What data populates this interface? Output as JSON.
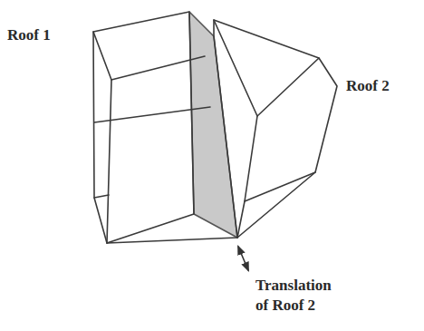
{
  "diagram": {
    "labels": [
      "Roof 1",
      "Roof 2",
      "Translation of Roof 2"
    ]
  }
}
